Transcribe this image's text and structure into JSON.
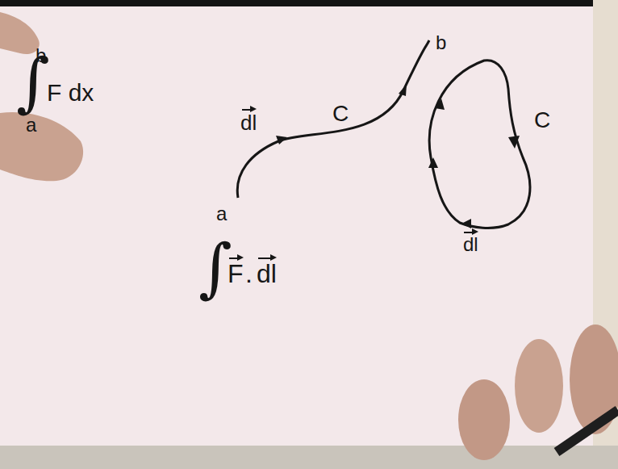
{
  "diagram": {
    "labels": [
      "b",
      "∫",
      "F dx",
      "a",
      "dl",
      "C",
      "b",
      "a",
      "C",
      "dl",
      "∫",
      "F",
      ".",
      "dl"
    ]
  }
}
